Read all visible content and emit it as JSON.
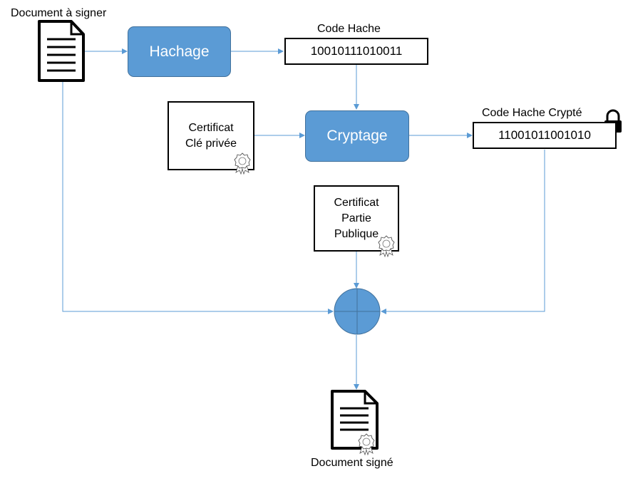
{
  "document_to_sign": {
    "label": "Document à signer"
  },
  "hash_process": {
    "label": "Hachage"
  },
  "hash_code": {
    "title": "Code Hache",
    "value": "10010111010011"
  },
  "private_cert": {
    "line1": "Certificat",
    "line2": "Clé privée"
  },
  "encrypt_process": {
    "label": "Cryptage"
  },
  "encrypted_code": {
    "title": "Code Hache Crypté",
    "value": "11001011001010"
  },
  "public_cert": {
    "line1": "Certificat",
    "line2": "Partie",
    "line3": "Publique"
  },
  "signed_document": {
    "label": "Document signé"
  },
  "colors": {
    "process_fill": "#5b9bd5",
    "arrow": "#5b9bd5",
    "outline": "#000000"
  }
}
